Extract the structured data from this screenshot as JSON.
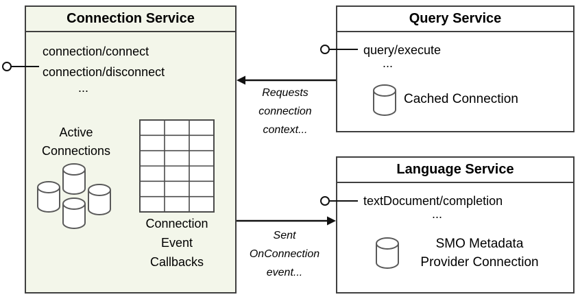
{
  "connection_service": {
    "title": "Connection Service",
    "methods": [
      "connection/connect",
      "connection/disconnect"
    ],
    "methods_more": "...",
    "active_connections_label": "Active\nConnections",
    "callbacks_label": "Connection\nEvent\nCallbacks"
  },
  "query_service": {
    "title": "Query Service",
    "method": "query/execute",
    "methods_more": "...",
    "db_label": "Cached Connection"
  },
  "language_service": {
    "title": "Language Service",
    "method": "textDocument/completion",
    "methods_more": "...",
    "db_label": "SMO Metadata\nProvider Connection"
  },
  "arrows": {
    "requests_label": "Requests\nconnection\ncontext...",
    "sent_label": "Sent\nOnConnection\nevent..."
  },
  "icons": {
    "database_cluster": "database-cluster-icon",
    "database": "database-cylinder-icon",
    "connection_table": "connection-table-icon",
    "interface": "interface-lollipop-icon"
  },
  "colors": {
    "connection_bg": "#f3f6ea",
    "service_bg": "#ffffff",
    "border": "#3f3f3f",
    "line": "#111111"
  }
}
